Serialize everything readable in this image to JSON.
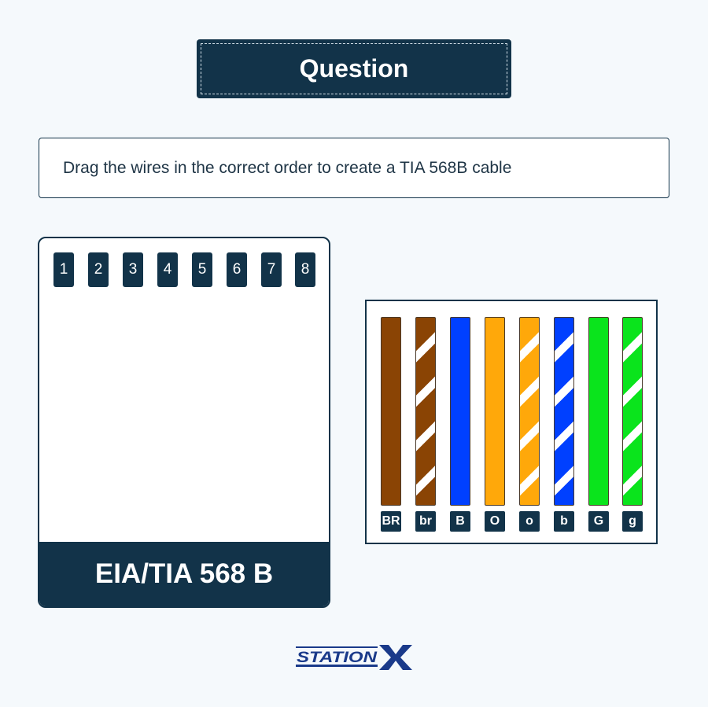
{
  "header": {
    "title": "Question"
  },
  "instruction": {
    "text": "Drag the wires in the correct order to create a TIA 568B cable"
  },
  "connector": {
    "pins": [
      "1",
      "2",
      "3",
      "4",
      "5",
      "6",
      "7",
      "8"
    ],
    "label": "EIA/TIA 568 B"
  },
  "wires": [
    {
      "label": "BR",
      "color": "#8a4404",
      "striped": false
    },
    {
      "label": "br",
      "color": "#8a4404",
      "striped": true
    },
    {
      "label": "B",
      "color": "#0040ff",
      "striped": false
    },
    {
      "label": "O",
      "color": "#ffa80a",
      "striped": false
    },
    {
      "label": "o",
      "color": "#ffa80a",
      "striped": true
    },
    {
      "label": "b",
      "color": "#0040ff",
      "striped": true
    },
    {
      "label": "G",
      "color": "#0ae41c",
      "striped": false
    },
    {
      "label": "g",
      "color": "#0ae41c",
      "striped": true
    }
  ],
  "logo": {
    "text": "STATIONX",
    "icon": "stationx-logo"
  },
  "colors": {
    "navy": "#123349",
    "background": "#f5f9fc"
  }
}
